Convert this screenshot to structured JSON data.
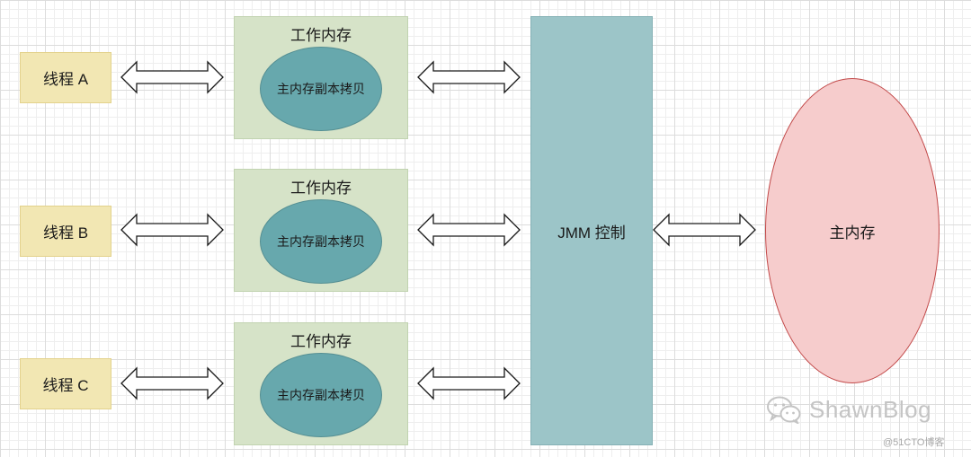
{
  "threads": [
    {
      "label": "线程 A"
    },
    {
      "label": "线程 B"
    },
    {
      "label": "线程 C"
    }
  ],
  "work_memories": [
    {
      "title": "工作内存",
      "copy_label": "主内存副本拷贝"
    },
    {
      "title": "工作内存",
      "copy_label": "主内存副本拷贝"
    },
    {
      "title": "工作内存",
      "copy_label": "主内存副本拷贝"
    }
  ],
  "jmm": {
    "label": "JMM 控制"
  },
  "main_memory": {
    "label": "主内存"
  },
  "watermark": {
    "name": "ShawnBlog",
    "tag": "@51CTO博客"
  },
  "colors": {
    "thread_fill": "#f2e7b3",
    "work_memory_fill": "#d6e3c8",
    "copy_fill": "#67a8ad",
    "jmm_fill": "#9cc5c8",
    "main_memory_fill": "#f6cccc",
    "main_memory_stroke": "#c24848"
  }
}
